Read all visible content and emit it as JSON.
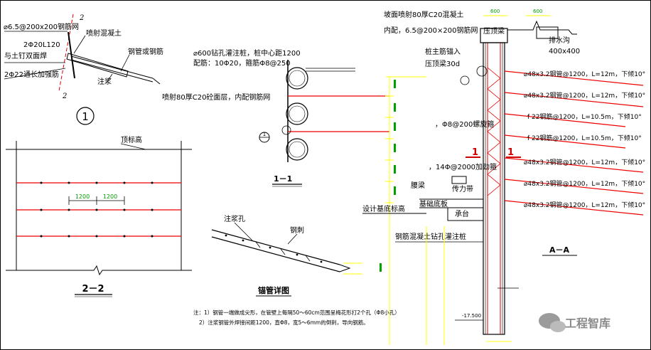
{
  "colors": {
    "line": "#000000",
    "rebar": "#ff0000",
    "dim": "#ffff00",
    "dimtext": "#00a000",
    "pile": "#d00000"
  },
  "detail1": {
    "mesh": "⌀6.5@200x200钢筋网",
    "steel_beam": "2Φ20L120",
    "weld": "与土钉双面焊",
    "reinforce": "2Φ22通长加强筋",
    "shotcrete": "喷射混凝土",
    "pipe": "钢管或钢筋",
    "grout": "注浆",
    "cut_a": "2",
    "cut_b": "2",
    "marker": "1"
  },
  "section22": {
    "top_label": "顶标高",
    "dim1": "1200",
    "dim2": "1200",
    "title": "2－2"
  },
  "section11": {
    "pile_spec": "⌀600钻孔灌注桩，桩中心距1200",
    "rebar_spec": "配筋：10Φ20，箍筋Φ8@250",
    "shotcrete": "喷射80厚C20砼面层，内配钢筋网",
    "marker": "1",
    "title": "1－1"
  },
  "pipe_detail": {
    "grout_hole": "注浆孔",
    "ring": "钢刺",
    "title": "锚管详图"
  },
  "notes": {
    "n1": "注：1）钢管一端做成尖形，在管壁上每隔50～60cm范围呈梅花形打2个孔（Φ8小孔）",
    "n2": "2）注浆钢管外焊接间距1200，直Φ8，宽5～6mm的倒刺，导向钢筋。"
  },
  "sectionAA": {
    "slope_top": "坡面喷射80厚C20混凝土",
    "mesh": "内配，6.5@200×200钢筋网",
    "cap_beam": "压顶梁",
    "drain": "排水沟",
    "drain_size": "400x400",
    "anchor": "桩主筋锚入",
    "anchor2": "压顶梁30d",
    "spiral": "，Φ8@200螺旋箍",
    "hoop": "，14Φ@2000加劲箍",
    "waist_beam": "腰梁",
    "design_base": "设计基底标高",
    "tie": "传力带",
    "floor": "基础底板",
    "cap": "承台",
    "pile": "钢筋混凝土钻孔灌注桩",
    "marker_1": "1",
    "marker_2": "1",
    "top_dim_a": "600",
    "top_dim_b": "600",
    "floor_level": "-17.500",
    "title": "A－A",
    "anchors": [
      "⌀48x3.2钢管@1200，L=12m，下倾10°",
      "⌀48x3.2钢管@1200，L=12m，下倾10°",
      "f 22钢筋@1200，L=10.5m，下倾10°",
      "f 22钢筋@1200，L=10.5m，下倾10°",
      "⌀48x3.2钢管@1200，L=12m，下倾10°",
      "⌀48x3.2钢管@1200，L=12m，下倾10°",
      "⌀48x3.2钢管@1200，L=12m，下倾10°"
    ]
  },
  "watermark": {
    "text": "工程智库"
  }
}
